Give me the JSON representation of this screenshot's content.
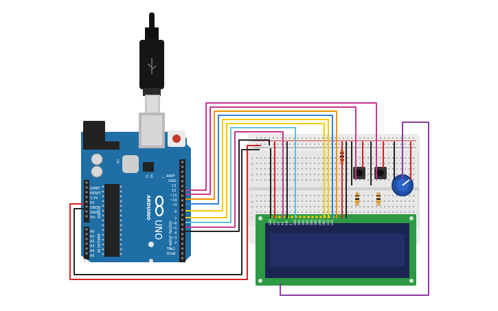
{
  "board": {
    "brand": "ARDUINO",
    "model": "UNO",
    "on_label": "ON",
    "tx_label": "TX",
    "rx_label": "RX",
    "l_label": "L",
    "digital_header": "DIGITAL (PWM~)",
    "power_header": "POWER",
    "analog_header": "ANALOG IN",
    "digital_pins": [
      "AREF",
      "GND",
      "13",
      "12",
      "~11",
      "~10",
      "~9",
      "8",
      "7",
      "~6",
      "~5",
      "4",
      "~3",
      "2",
      "TX▸1",
      "RX◂0"
    ],
    "power_pins": [
      "IOREF",
      "RESET",
      "3.3V",
      "5V",
      "GND",
      "GND",
      "Vin"
    ],
    "analog_pins": [
      "A0",
      "A1",
      "A2",
      "A3",
      "A4",
      "A5"
    ]
  },
  "lcd": {
    "pin_labels": [
      "GND",
      "VCC",
      "V0",
      "RS",
      "RW",
      "E",
      "DB0",
      "DB1",
      "DB2",
      "DB3",
      "DB4",
      "DB5",
      "DB6",
      "DB7",
      "LED",
      "LED"
    ]
  },
  "breadboard": {
    "row_letters": [
      "a",
      "b",
      "c",
      "d",
      "e",
      "f",
      "g",
      "h",
      "i",
      "j"
    ],
    "rail_plus": "+",
    "rail_minus": "-"
  },
  "colors": {
    "board": "#1f6fa6",
    "pcb_green": "#2f9a45",
    "lcd_screen": "#1e2a5e",
    "wire_magenta": "#c2368e",
    "wire_orange": "#f29200",
    "wire_yellow": "#f3cc00",
    "wire_blue": "#2f7fe0",
    "wire_cyan": "#5bc0d8",
    "wire_purple": "#8a3aa0",
    "wire_red": "#d42020",
    "wire_black": "#222222"
  }
}
